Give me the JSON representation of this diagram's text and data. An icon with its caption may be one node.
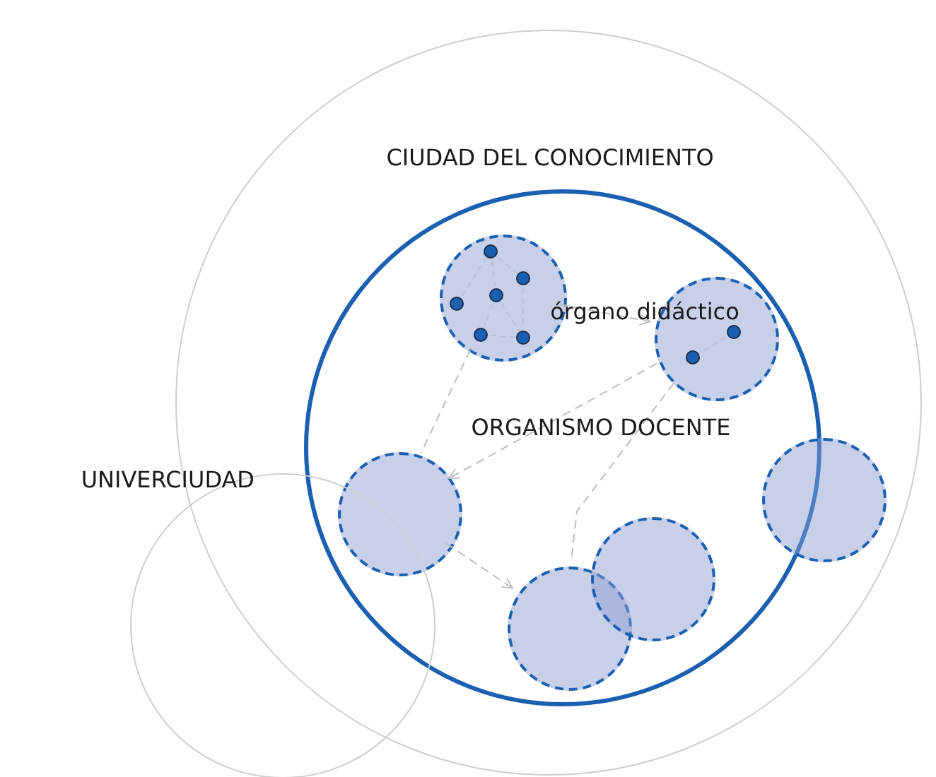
{
  "diagram": {
    "nodes": [
      {
        "text": [
          "CIUDAD DEL CONOCIMIENTO"
        ]
      },
      {
        "text": [
          "ORGANISMO DOCENTE"
        ],
        "in": 0
      },
      {
        "text": [],
        "shape": "circle",
        "in": 1
      },
      {
        "text": [],
        "shape": "circle",
        "in": 1
      },
      {
        "text": [],
        "shape": "circle",
        "in": 1
      },
      {
        "text": [],
        "shape": "circle",
        "in": 1
      },
      {
        "text": [],
        "shape": "circle",
        "in": 1
      },
      {
        "text": [],
        "shape": "circle",
        "in": 0
      },
      {
        "text": [
          "UNIVERCIUDAD"
        ]
      }
    ],
    "edges": [
      {
        "from": 3,
        "to": 6,
        "arrow": "to",
        "style": "dashed"
      },
      {
        "from": 6,
        "to": 2,
        "arrow": "to",
        "style": "dashed"
      },
      {
        "from": 3,
        "to": 2,
        "arrow": "none",
        "style": "dashed"
      },
      {
        "from": 2,
        "to": 4,
        "arrow": "to",
        "style": "dashed"
      },
      {
        "from": 6,
        "to": 4,
        "arrow": "none",
        "style": "dashed"
      }
    ],
    "labels": [
      "órgano didáctico"
    ]
  }
}
